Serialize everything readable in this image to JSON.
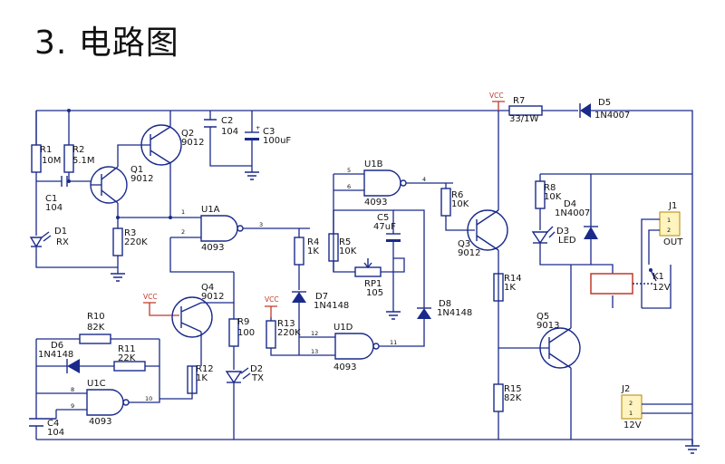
{
  "title": "3. 电路图",
  "vcc": "VCC",
  "labels": {
    "R1": {
      "name": "R1",
      "value": "10M"
    },
    "R2": {
      "name": "R2",
      "value": "5.1M"
    },
    "C1": {
      "name": "C1",
      "value": "104"
    },
    "Q1": {
      "name": "Q1",
      "value": "9012"
    },
    "Q2": {
      "name": "Q2",
      "value": "9012"
    },
    "C2": {
      "name": "C2",
      "value": "104"
    },
    "C3": {
      "name": "C3",
      "value": "100uF"
    },
    "R3": {
      "name": "R3",
      "value": "220K"
    },
    "D1": {
      "name": "D1",
      "value": "RX"
    },
    "U1A": {
      "name": "U1A",
      "value": "4093"
    },
    "U1B": {
      "name": "U1B",
      "value": "4093"
    },
    "U1C": {
      "name": "U1C",
      "value": "4093"
    },
    "U1D": {
      "name": "U1D",
      "value": "4093"
    },
    "R4": {
      "name": "R4",
      "value": "1K"
    },
    "D7": {
      "name": "D7",
      "value": "1N4148"
    },
    "R5": {
      "name": "R5",
      "value": "10K"
    },
    "C5": {
      "name": "C5",
      "value": "47uF"
    },
    "RP1": {
      "name": "RP1",
      "value": "105"
    },
    "R6": {
      "name": "R6",
      "value": "10K"
    },
    "Q3": {
      "name": "Q3",
      "value": "9012"
    },
    "D8": {
      "name": "D8",
      "value": "1N4148"
    },
    "R13": {
      "name": "R13",
      "value": "220K"
    },
    "Q4": {
      "name": "Q4",
      "value": "9012"
    },
    "R9": {
      "name": "R9",
      "value": "100"
    },
    "R10": {
      "name": "R10",
      "value": "82K"
    },
    "R11": {
      "name": "R11",
      "value": "22K"
    },
    "D6": {
      "name": "D6",
      "value": "1N4148"
    },
    "R12": {
      "name": "R12",
      "value": "1K"
    },
    "D2": {
      "name": "D2",
      "value": "TX"
    },
    "C4": {
      "name": "C4",
      "value": "104"
    },
    "R7": {
      "name": "R7",
      "value": "33/1W"
    },
    "D5": {
      "name": "D5",
      "value": "1N4007"
    },
    "R8": {
      "name": "R8",
      "value": "10K"
    },
    "D4": {
      "name": "D4",
      "value": "1N4007"
    },
    "D3": {
      "name": "D3",
      "value": "LED"
    },
    "J1": {
      "name": "J1",
      "value": "OUT"
    },
    "K1": {
      "name": "K1",
      "value": "12V"
    },
    "R14": {
      "name": "R14",
      "value": "1K"
    },
    "Q5": {
      "name": "Q5",
      "value": "9013"
    },
    "R15": {
      "name": "R15",
      "value": "82K"
    },
    "J2": {
      "name": "J2",
      "value": "12V"
    }
  },
  "pins": {
    "u1a_in1": "1",
    "u1a_in2": "2",
    "u1a_out": "3",
    "u1b_in1": "5",
    "u1b_in2": "6",
    "u1b_out": "4",
    "u1c_in1": "8",
    "u1c_in2": "9",
    "u1c_out": "10",
    "u1d_in1": "12",
    "u1d_in2": "13",
    "u1d_out": "11",
    "j1_p1": "1",
    "j1_p2": "2",
    "j2_p2": "2",
    "j2_p1": "1"
  }
}
